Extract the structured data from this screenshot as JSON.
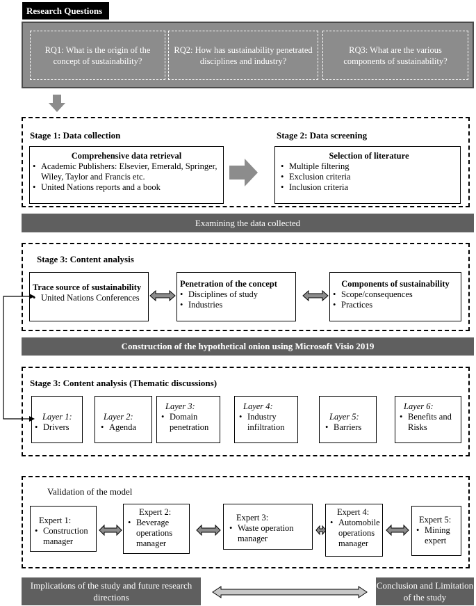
{
  "header": {
    "title": "Research Questions"
  },
  "rq": [
    "RQ1: What is the origin of the concept of sustainability?",
    "RQ2: How has sustainability penetrated disciplines and industry?",
    "RQ3: What are the various components of sustainability?"
  ],
  "stage1": {
    "title": "Stage 1: Data collection",
    "box_title": "Comprehensive data retrieval",
    "items": [
      "Academic Publishers: Elsevier, Emerald, Springer, Wiley, Taylor and Francis etc.",
      "United Nations reports and a book"
    ]
  },
  "stage2": {
    "title": "Stage 2: Data screening",
    "box_title": "Selection of literature",
    "items": [
      "Multiple filtering",
      "Exclusion criteria",
      "Inclusion criteria"
    ]
  },
  "bar1": "Examining the data collected",
  "stage3": {
    "title": "Stage 3: Content analysis",
    "boxes": [
      {
        "title": "Trace source of sustainability",
        "items": [
          "United Nations Conferences"
        ]
      },
      {
        "title": "Penetration of the concept",
        "items": [
          "Disciplines of study",
          "Industries"
        ]
      },
      {
        "title": "Components of sustainability",
        "items": [
          "Scope/consequences",
          "Practices"
        ]
      }
    ]
  },
  "bar2": "Construction of the hypothetical onion using Microsoft Visio 2019",
  "stage3b": {
    "title": "Stage 3: Content analysis (Thematic discussions)",
    "layers": [
      {
        "name": "Layer 1:",
        "item": "Drivers"
      },
      {
        "name": "Layer 2:",
        "item": "Agenda"
      },
      {
        "name": "Layer 3:",
        "item": "Domain penetration"
      },
      {
        "name": "Layer 4:",
        "item": "Industry infiltration"
      },
      {
        "name": "Layer 5:",
        "item": "Barriers"
      },
      {
        "name": "Layer 6:",
        "item": "Benefits and Risks"
      }
    ]
  },
  "validation": {
    "title": "Validation of the model",
    "experts": [
      {
        "name": "Expert 1:",
        "role": "Construction manager"
      },
      {
        "name": "Expert 2:",
        "role": "Beverage operations manager"
      },
      {
        "name": "Expert 3:",
        "role": "Waste operation manager"
      },
      {
        "name": "Expert 4:",
        "role": "Automobile operations manager"
      },
      {
        "name": "Expert 5:",
        "role": "Mining expert"
      }
    ]
  },
  "footer": {
    "left": "Implications of the study and future research directions",
    "right": "Conclusion and Limitation of the study"
  }
}
